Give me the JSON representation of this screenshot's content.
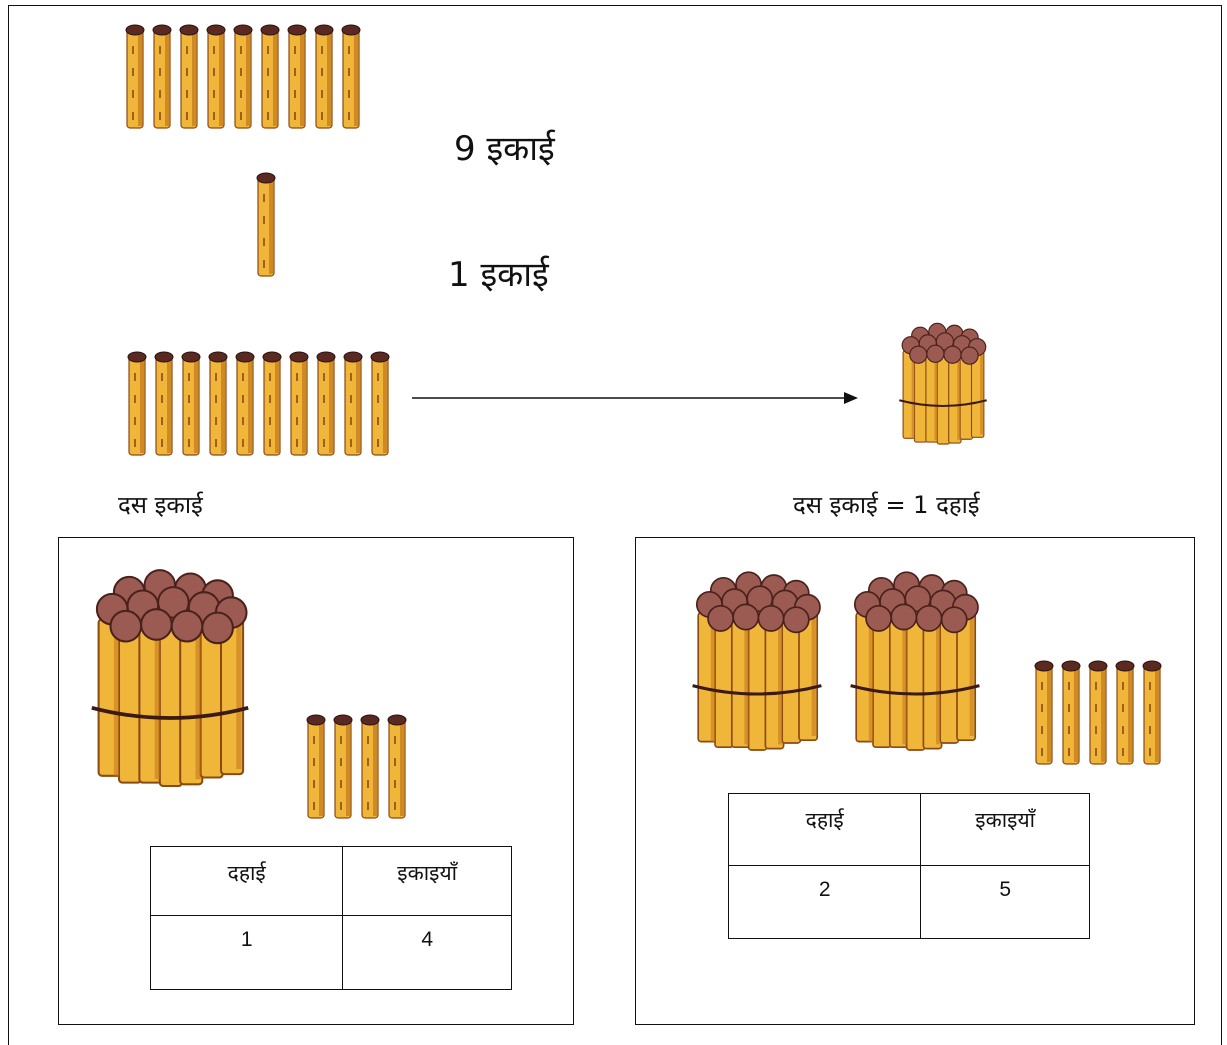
{
  "labels": {
    "nine_units": "9   इकाई",
    "one_unit": "1 इकाई",
    "ten_units": "दस इकाई",
    "ten_units_eq_ten": "दस इकाई = 1 दहाई"
  },
  "example_left": {
    "headers": [
      "दहाई",
      "इकाइयाँ"
    ],
    "values": [
      "1",
      "4"
    ],
    "tens": 1,
    "ones": 4
  },
  "example_right": {
    "headers": [
      "दहाई",
      "इकाइयाँ"
    ],
    "values": [
      "2",
      "5"
    ],
    "tens": 2,
    "ones": 5
  },
  "colors": {
    "stick": "#f0b63a",
    "stick_shade": "#c67a1c",
    "stick_head": "#5a2a22",
    "bundle_head": "#9b5a52",
    "line": "#111111"
  },
  "icons": [
    "stick-icon",
    "stick-bundle-icon",
    "arrow-right-icon"
  ]
}
